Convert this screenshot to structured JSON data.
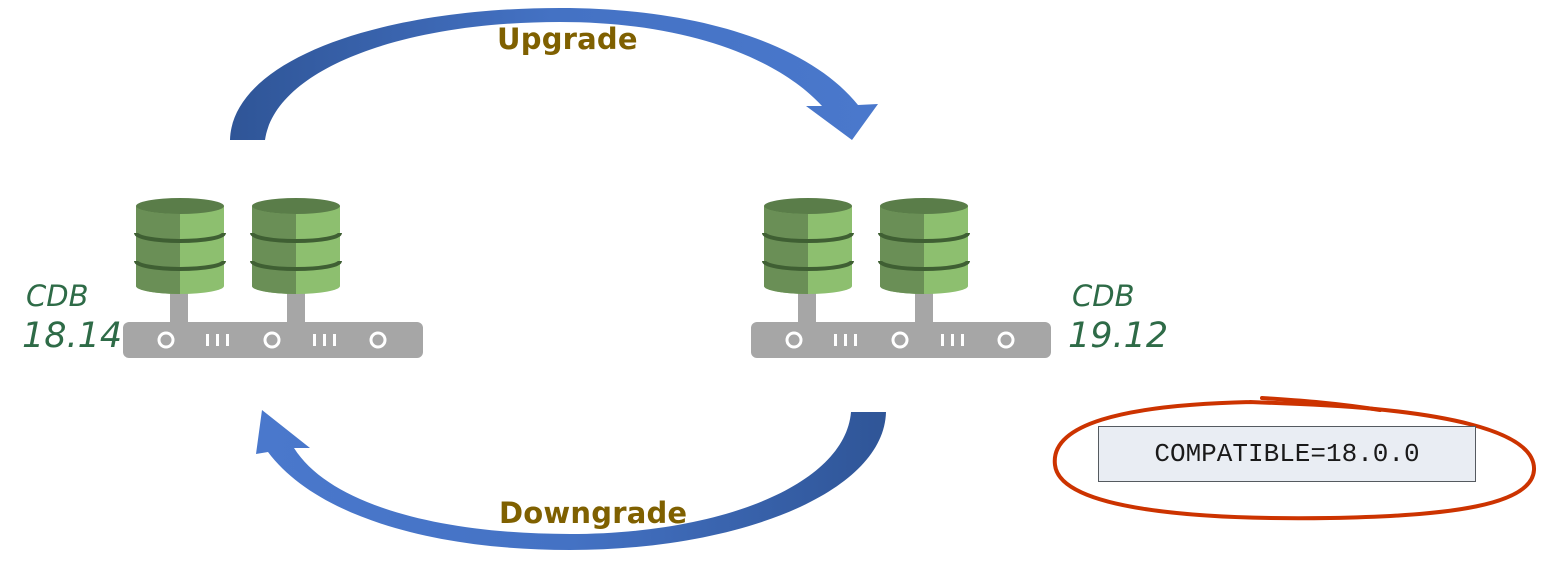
{
  "diagram": {
    "upgrade_label": "Upgrade",
    "downgrade_label": "Downgrade",
    "left_cdb": {
      "name": "CDB",
      "version": "18.14"
    },
    "right_cdb": {
      "name": "CDB",
      "version": "19.12"
    },
    "compatible_setting": "COMPATIBLE=18.0.0",
    "colors": {
      "arrow": "#4472c4",
      "arrow_dark": "#2f5597",
      "label_text": "#7f6000",
      "db_dark": "#6a8f56",
      "db_light": "#8dbf6f",
      "db_band": "#3f5f33",
      "server_bar": "#a6a6a6",
      "cdb_text": "#2e6b47",
      "highlight_circle": "#cc3300",
      "compat_box_bg": "#e9edf3"
    }
  }
}
